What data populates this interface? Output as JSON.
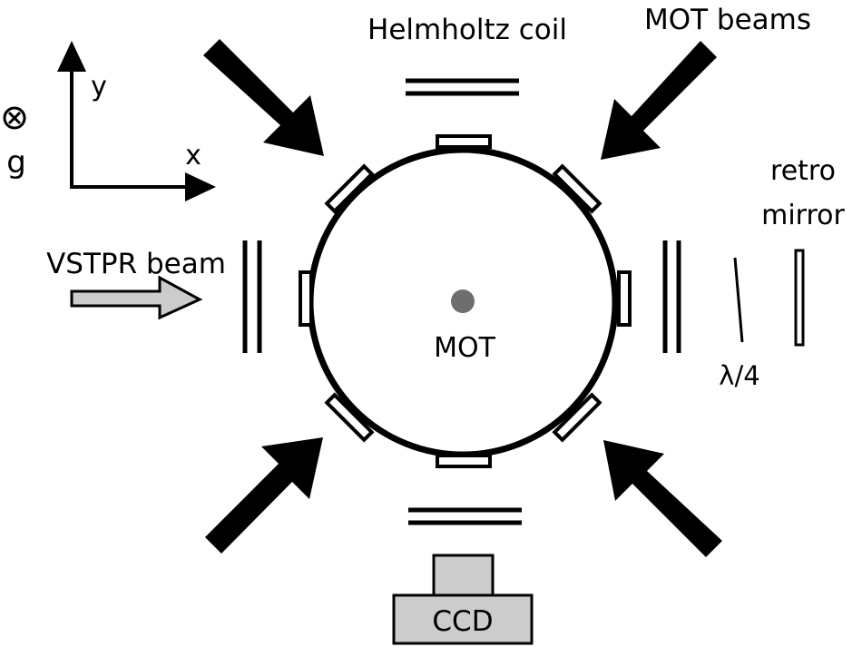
{
  "labels": {
    "helmholtz": "Helmholtz coil",
    "mot_beams": "MOT beams",
    "retro": "retro",
    "mirror": "mirror",
    "vstpr": "VSTPR beam",
    "mot": "MOT",
    "lambda": "λ/4",
    "ccd": "CCD",
    "y": "y",
    "x": "x",
    "g": "g"
  },
  "colors": {
    "stroke": "#000000",
    "mot_dot": "#6e6e6e",
    "gray_fill": "#cccccc"
  }
}
